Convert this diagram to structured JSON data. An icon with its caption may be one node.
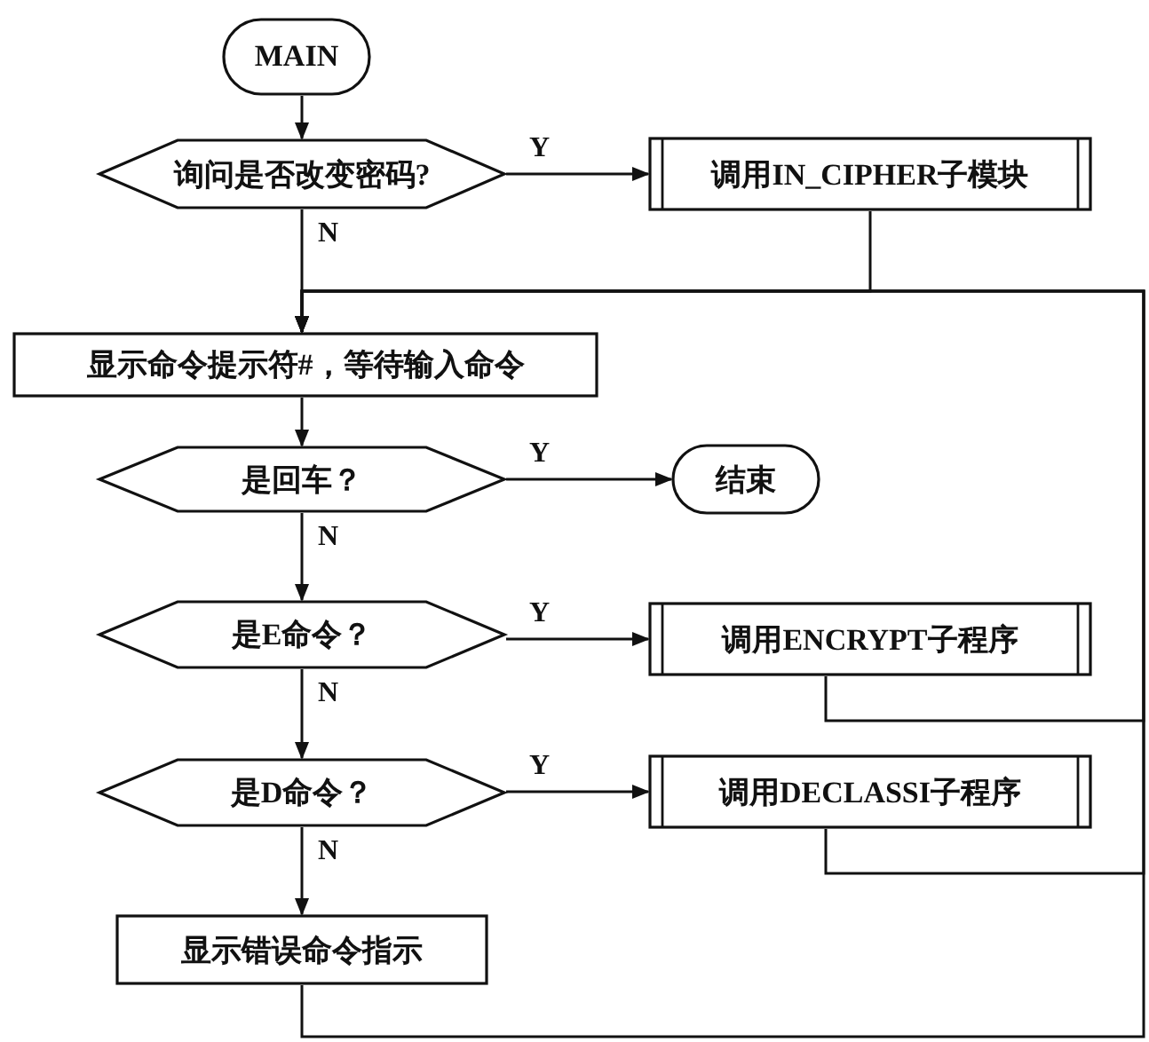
{
  "diagram": {
    "nodes": [
      {
        "text": [
          "MAIN"
        ]
      },
      {
        "text": [
          "询问是否改变密码?"
        ]
      },
      {
        "text": [
          "调用IN_CIPHER子模块"
        ]
      },
      {
        "text": [
          "显示命令提示符#，等待输入命令"
        ]
      },
      {
        "text": [
          "是回车？"
        ]
      },
      {
        "text": [
          "结束"
        ]
      },
      {
        "text": [
          "是E命令？"
        ]
      },
      {
        "text": [
          "调用ENCRYPT子程序"
        ]
      },
      {
        "text": [
          "是D命令？"
        ]
      },
      {
        "text": [
          "调用DECLASSI子程序"
        ]
      },
      {
        "text": [
          "显示错误命令指示"
        ]
      }
    ],
    "edges": [
      {
        "from": 0,
        "to": 1,
        "arrow": "to"
      },
      {
        "from": 1,
        "to": 2,
        "arrow": "to",
        "label": "Y"
      },
      {
        "from": 1,
        "to": 3,
        "arrow": "to",
        "label": "N"
      },
      {
        "from": 2,
        "to": 3,
        "arrow": "to"
      },
      {
        "from": 3,
        "to": 4,
        "arrow": "to"
      },
      {
        "from": 4,
        "to": 5,
        "arrow": "to",
        "label": "Y"
      },
      {
        "from": 4,
        "to": 6,
        "arrow": "to",
        "label": "N"
      },
      {
        "from": 6,
        "to": 7,
        "arrow": "to",
        "label": "Y"
      },
      {
        "from": 6,
        "to": 8,
        "arrow": "to",
        "label": "N"
      },
      {
        "from": 7,
        "to": 3,
        "arrow": "to"
      },
      {
        "from": 8,
        "to": 9,
        "arrow": "to",
        "label": "Y"
      },
      {
        "from": 8,
        "to": 10,
        "arrow": "to",
        "label": "N"
      },
      {
        "from": 9,
        "to": 3,
        "arrow": "to"
      },
      {
        "from": 10,
        "to": 3,
        "arrow": "to"
      }
    ]
  }
}
